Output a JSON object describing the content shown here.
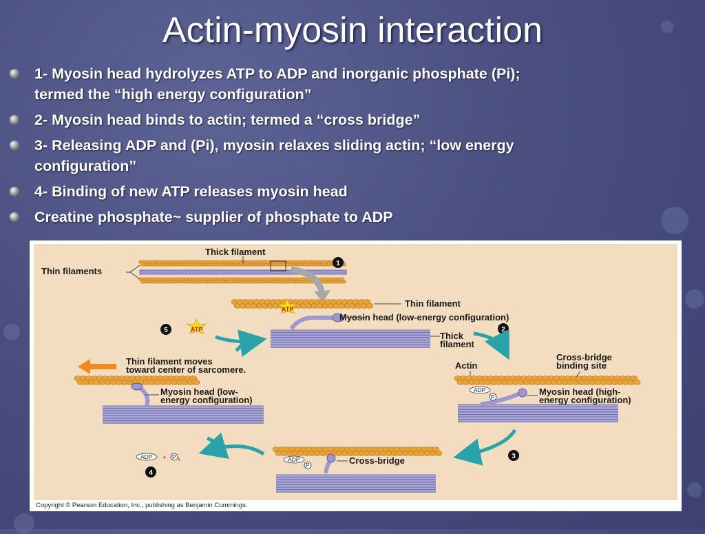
{
  "slide": {
    "title": "Actin-myosin interaction",
    "bullets": [
      {
        "line1": "1- Myosin head hydrolyzes ATP to ADP and inorganic phosphate (Pi);",
        "line2": "termed the “high energy configuration”"
      },
      {
        "line1": "2- Myosin head binds to actin; termed a “cross bridge”",
        "line2": ""
      },
      {
        "line1": "3- Releasing ADP and (Pi), myosin relaxes sliding actin; “low energy",
        "line2": "configuration”"
      },
      {
        "line1": "4- Binding of new ATP releases myosin head",
        "line2": ""
      },
      {
        "line1": "Creatine phosphate~ supplier of phosphate to ADP",
        "line2": ""
      }
    ]
  },
  "figure": {
    "colors": {
      "panel": "#f3ddc0",
      "actin": "#e8a23a",
      "actin_dark": "#b8761c",
      "thick": "#a9a6d8",
      "thick_line": "#5b5893",
      "head": "#9d98cf",
      "atp": "#f7e21b",
      "arrow_teal": "#2aa3a8",
      "arrow_orange": "#ef8a1f",
      "arrow_gray": "#a7a7a7"
    },
    "labels": {
      "thick_filament": "Thick filament",
      "thin_filaments": "Thin filaments",
      "thin_filament": "Thin filament",
      "head_low": "Myosin head (low-energy configuration)",
      "thick1": "Thick",
      "thick2": "filament",
      "actin": "Actin",
      "cb_site1": "Cross-bridge",
      "cb_site2": "binding site",
      "head_high1": "Myosin head (high-",
      "head_high2": "energy configuration)",
      "moves1": "Thin filament moves",
      "moves2": "toward center of sarcomere.",
      "head_low_b1": "Myosin head (low-",
      "head_low_b2": "energy configuration)",
      "cross_bridge": "Cross-bridge",
      "atp": "ATP",
      "adp": "ADP",
      "pi": "P",
      "pi_sub": "i",
      "plus": "+"
    },
    "steps": [
      "1",
      "2",
      "3",
      "4",
      "5"
    ],
    "copyright": "Copyright © Pearson Education, Inc., publishing as Benjamin Cummings."
  }
}
